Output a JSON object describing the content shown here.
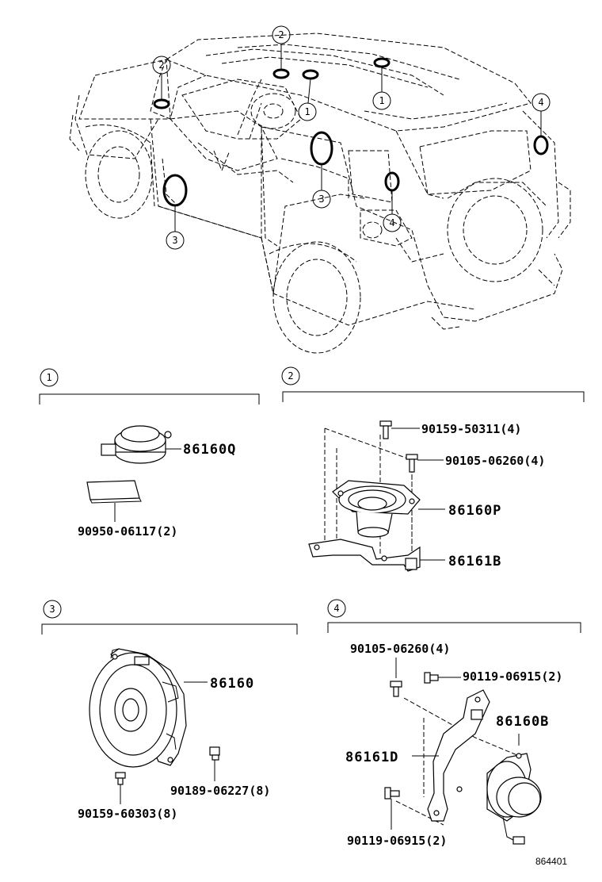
{
  "callouts": {
    "c1": "1",
    "c2": "2",
    "c3": "3",
    "c4": "4"
  },
  "groups": {
    "g1": {
      "label": "1",
      "parts": [
        "86160Q",
        "90950-06117(2)"
      ]
    },
    "g2": {
      "label": "2",
      "parts": [
        "90159-50311(4)",
        "90105-06260(4)",
        "86160P",
        "86161B"
      ]
    },
    "g3": {
      "label": "3",
      "parts": [
        "86160",
        "90189-06227(8)",
        "90159-60303(8)"
      ]
    },
    "g4": {
      "label": "4",
      "parts": [
        "90105-06260(4)",
        "90119-06915(2)",
        "86160B",
        "86161D",
        "90119-06915(2)"
      ]
    }
  },
  "figure_ref": "864401"
}
